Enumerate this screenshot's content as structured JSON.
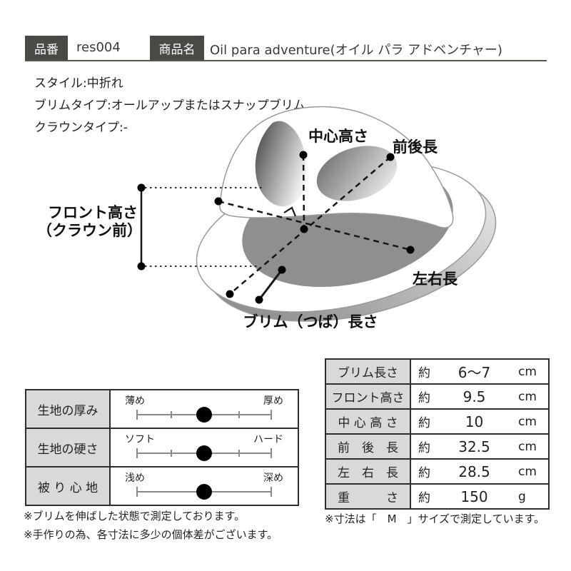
{
  "header": {
    "item_no_label": "品番",
    "item_no_value": "res004",
    "product_label": "商品名",
    "product_name": "Oil para adventure(オイル パラ アドベンチャー)"
  },
  "specs": {
    "style": "スタイル:中折れ",
    "brim_type": "ブリムタイプ:オールアップまたはスナップブリム",
    "crown_type": "クラウンタイプ:-"
  },
  "diagram": {
    "center_height_label": "中心高さ",
    "front_back_label": "前後長",
    "front_height_label_line1": "フロント高さ",
    "front_height_label_line2": "（クラウン前）",
    "left_right_label": "左右長",
    "brim_length_label": "ブリム（つば）長さ"
  },
  "fit_table": {
    "rows": [
      {
        "label": "生地の厚み",
        "min": "薄め",
        "max": "厚め",
        "value": 50
      },
      {
        "label": "生地の硬さ",
        "min": "ソフト",
        "max": "ハード",
        "value": 50
      },
      {
        "label": "被 り 心 地",
        "min": "浅め",
        "max": "深め",
        "value": 50
      }
    ]
  },
  "size_table": {
    "rows": [
      {
        "label": "ブリム長さ",
        "approx": "約",
        "value": "6〜7",
        "unit": "cm"
      },
      {
        "label": "フロント高さ",
        "approx": "約",
        "value": "9.5",
        "unit": "cm"
      },
      {
        "label": "中 心 高 さ",
        "approx": "約",
        "value": "10",
        "unit": "cm"
      },
      {
        "label": "前　後　長",
        "approx": "約",
        "value": "32.5",
        "unit": "cm"
      },
      {
        "label": "左　右　長",
        "approx": "約",
        "value": "28.5",
        "unit": "cm"
      },
      {
        "label": "重　　　さ",
        "approx": "約",
        "value": "150",
        "unit": "g"
      }
    ]
  },
  "notes": {
    "left": [
      "※ブリムを伸ばした状態で測定しております。",
      "※手作りの為、各寸法に多少の個体差がございます。"
    ],
    "right": "※寸法は「　M　」サイズで測定しています。"
  },
  "colors": {
    "badge_bg": "#4b4946",
    "table_header_bg": "#d9d9d9",
    "table_border": "#2e2e2e",
    "band_gray": "#8f8f8f",
    "text": "#222222"
  }
}
